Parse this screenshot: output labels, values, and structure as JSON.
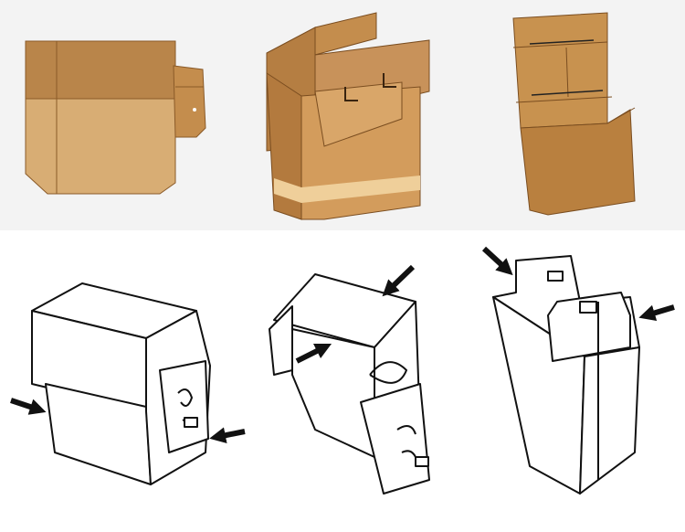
{
  "colors": {
    "top_background": "#f3f3f3",
    "bottom_background": "#ffffff",
    "cardboard_light": "#d8ad74",
    "cardboard_mid": "#c48d4d",
    "cardboard_dark": "#a9743a",
    "tape": "#efcf9a",
    "outline": "#111111"
  },
  "panels": [
    {
      "id": "flat-box-blank",
      "style": "kraft"
    },
    {
      "id": "open-box-kraft",
      "style": "kraft"
    },
    {
      "id": "closed-box-kraft",
      "style": "kraft"
    },
    {
      "id": "fold-step-1",
      "style": "line-art",
      "arrows": 2
    },
    {
      "id": "fold-step-2",
      "style": "line-art",
      "arrows": 2
    },
    {
      "id": "fold-step-3",
      "style": "line-art",
      "arrows": 2
    }
  ]
}
